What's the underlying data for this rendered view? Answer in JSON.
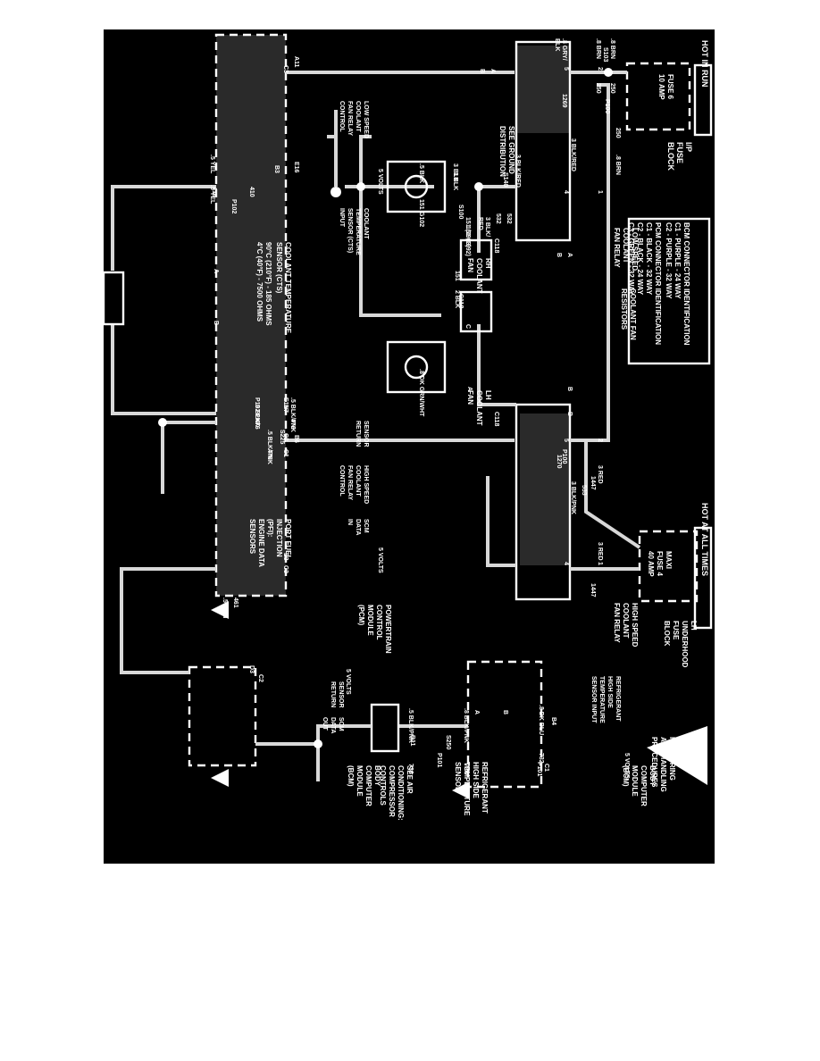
{
  "diagram": {
    "notes": {
      "bcm_connector_heading": "BCM CONNECTOR IDENTIFICATION",
      "bcm_connector_lines": [
        "C1 - PURPLE - 24 WAY",
        "C2 - PURPLE - 32 WAY"
      ],
      "pcm_connector_heading": "PCM CONNECTOR IDENTIFICATION",
      "pcm_connector_lines": [
        "C1 - BLACK - 32 WAY",
        "C2 - BLACK - 24 WAY",
        "C3 - GREEN - 32 WAY"
      ],
      "esd_note": [
        "SEE",
        "MEASURING",
        "AND HANDLING",
        "PROCEDURES"
      ]
    },
    "power": {
      "hot_in_run": "HOT IN RUN",
      "hot_at_all_times": "HOT AT ALL TIMES",
      "ip_fuse_block": [
        "I/P",
        "FUSE",
        "BLOCK"
      ],
      "fuse6": [
        "FUSE 6",
        "10 AMP"
      ],
      "underhood_fuse_block": [
        "LH",
        "UNDERHOOD",
        "FUSE",
        "BLOCK"
      ],
      "maxi_fuse": [
        "MAXI",
        "FUSE 4",
        "40 AMP"
      ]
    },
    "relays": {
      "low_speed": [
        "LOW SPEED",
        "COOLANT",
        "FAN RELAY"
      ],
      "high_speed": [
        "HIGH SPEED",
        "COOLANT",
        "FAN RELAY"
      ]
    },
    "fans": {
      "rh": [
        "RH",
        "COOLANT",
        "FAN"
      ],
      "lh": [
        "LH",
        "COOLANT",
        "FAN"
      ],
      "resistors": [
        "COOLANT FAN",
        "RESISTORS"
      ],
      "ground_note": [
        "SEE GROUND",
        "DISTRIBUTION"
      ]
    },
    "pcm": {
      "title": [
        "POWERTRAIN",
        "CONTROL",
        "MODULE",
        "(PCM)"
      ],
      "low_speed_control": [
        "LOW SPEED",
        "COOLANT",
        "FAN RELAY",
        "CONTROL"
      ],
      "high_speed_control": [
        "HIGH SPEED",
        "COOLANT",
        "FAN RELAY",
        "CONTROL"
      ],
      "cts_input": [
        "COOLANT",
        "TEMPERATURE",
        "SENSOR (CTS)",
        "INPUT"
      ],
      "sensor_return": [
        "SENSOR",
        "RETURN"
      ],
      "scm_data_in": [
        "SCM",
        "DATA",
        "IN"
      ],
      "volts_a": "5 VOLTS",
      "volts_b": "5 VOLTS"
    },
    "cts": {
      "title": [
        "COOLANT TEMPERATURE",
        "SENSOR (CTS)"
      ],
      "spec": [
        "90°C (210°F) - 185 OHMS",
        "4°C (40°F) - 7500 OHMS"
      ]
    },
    "bcm": {
      "title": [
        "BODY",
        "COMPUTER",
        "MODULE",
        "(BCM)"
      ],
      "title_lower": [
        "BODY",
        "COMPUTER",
        "MODULE",
        "(BCM)"
      ],
      "refrig_input": [
        "REFRIGERANT",
        "HIGH SIDE",
        "TEMPERATURE",
        "SENSOR INPUT"
      ],
      "sensor_return": [
        "SENSOR",
        "RETURN"
      ],
      "scm_data_out": [
        "SCM",
        "DATA",
        "OUT"
      ],
      "volts_a": "5 VOLTS",
      "volts_b": "5 VOLTS"
    },
    "refrig_sensor": [
      "REFRIGERANT",
      "HIGH SIDE",
      "TEMPERATURE",
      "SENSOR"
    ],
    "ac_note": [
      "SEE AIR",
      "CONDITIONING:",
      "COMPRESSOR",
      "CONTROLS"
    ],
    "pfi_note": [
      "PORT FUEL",
      "INJECTION",
      "(PFI):",
      "ENGINE DATA",
      "SENSORS"
    ],
    "wires": {
      "w_gry_blk": ".8 GRY/",
      "w_blk": "BLK",
      "w_1269": "1269",
      "w_brn_a": ".8 BRN",
      "w_brn_b": ".8 BRN",
      "w_brn_c": ".8 BRN",
      "w_250a": "250",
      "w_250b": "250",
      "w_250c": "250",
      "w_s103": "S103",
      "w_p100a": "P100",
      "w_p100b": "P100",
      "w_blkred_a": "3 BLK/RED",
      "w_blkred_b": "3 BLK/RED",
      "w_s140": "S140",
      "w_532a": "532",
      "w_532b": "532",
      "w_blkred_c": "3 BLK/",
      "w_red": "RED",
      "w_blk5": ".5 BLK",
      "w_3blk_a": "3 BLK",
      "w_3blk_b": "3 BLK",
      "w_151a": "151",
      "w_151b": "151 (1993)",
      "w_151c": "151 (1992)",
      "w_151d": "151",
      "w_s100": "S100",
      "w_g102": "G102",
      "w_2blk": "2 BLK",
      "w_c118a": "C118",
      "w_c118b": "C118",
      "w_c118c": "C118",
      "w_dkgrnwht": ".8 DK GRN/WHT",
      "w_1270": "1270",
      "w_3red_a": "3 RED",
      "w_3red_b": "3 RED",
      "w_1447a": "1447",
      "w_1447b": "1447",
      "w_533": "533",
      "w_blkpnk3": "3 BLK/PNK",
      "w_yel_a": ".5 YEL",
      "w_yel_b": ".5 YEL",
      "w_410a": "410",
      "w_410b": "410",
      "w_p102a": "P102",
      "w_p102b": "P102",
      "w_blkpnk_a": ".5 BLK/PNK",
      "w_blkpnk_b": "5 BLK/",
      "w_pnk": "PNK",
      "w_blkpnk_c": ".5 BLK/PNK",
      "w_476a": "476",
      "w_476b": "476",
      "w_476c": "476",
      "w_s225": "S225",
      "w_orn": ".5 ORN",
      "w_461": "461",
      "w_dkblu": ".8 DK BLU",
      "w_732": "732",
      "w_blkpnk_d": ".8 BLK/PNK",
      "w_blkpnk_e": ".5 BLK/PNK",
      "w_736a": "736",
      "w_736b": "736",
      "w_s250": "S250",
      "w_p101a": "P101",
      "w_p101b": "P101"
    },
    "pins": {
      "a11": "A11",
      "b6": "B6",
      "e16": "E16",
      "b3": "B3",
      "e11": "E11",
      "h7": "H7",
      "e3": "E3",
      "c1": "C1",
      "c2": "C2",
      "c3a": "C3",
      "c3b": "C3",
      "c1b": "C1",
      "c2b": "C2",
      "b4": "B4",
      "b11": "B11",
      "d3": "D3",
      "r2a": "2",
      "r5a": "5",
      "r1a": "1",
      "r4a": "4",
      "r2b": "2",
      "r5b": "5",
      "r1b": "1",
      "r4b": "4",
      "fa": "A",
      "fb": "B",
      "fc": "C",
      "fa2": "A",
      "fb2": "B",
      "fb3": "B",
      "ca": "A",
      "cb": "B",
      "sa": "A",
      "sb": "B",
      "ra": "A",
      "rb": "B"
    }
  }
}
